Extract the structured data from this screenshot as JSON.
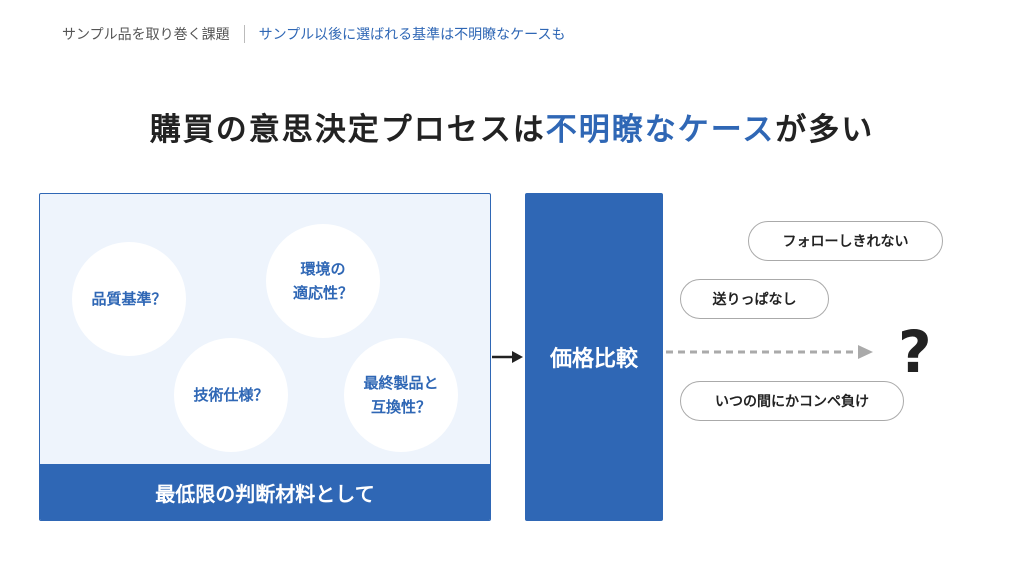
{
  "header": {
    "section": "サンプル品を取り巻く課題",
    "subtitle": "サンプル以後に選ばれる基準は不明瞭なケースも"
  },
  "title": {
    "part1": "購買の意思決定プロセスは",
    "highlight": "不明瞭なケース",
    "part2": "が多い"
  },
  "panel": {
    "circles": [
      {
        "line1": "品質基準？",
        "line2": ""
      },
      {
        "line1": "環境の",
        "line2": "適応性？"
      },
      {
        "line1": "技術仕様？",
        "line2": ""
      },
      {
        "line1": "最終製品と",
        "line2": "互換性？"
      }
    ],
    "footer": "最低限の判断材料として"
  },
  "price_box": "価格比較",
  "outcomes": [
    "フォローしきれない",
    "送りっぱなし",
    "いつの間にかコンペ負け"
  ],
  "question_mark": "?",
  "colors": {
    "accent": "#2f67b5",
    "panel_bg": "#eef4fc"
  }
}
